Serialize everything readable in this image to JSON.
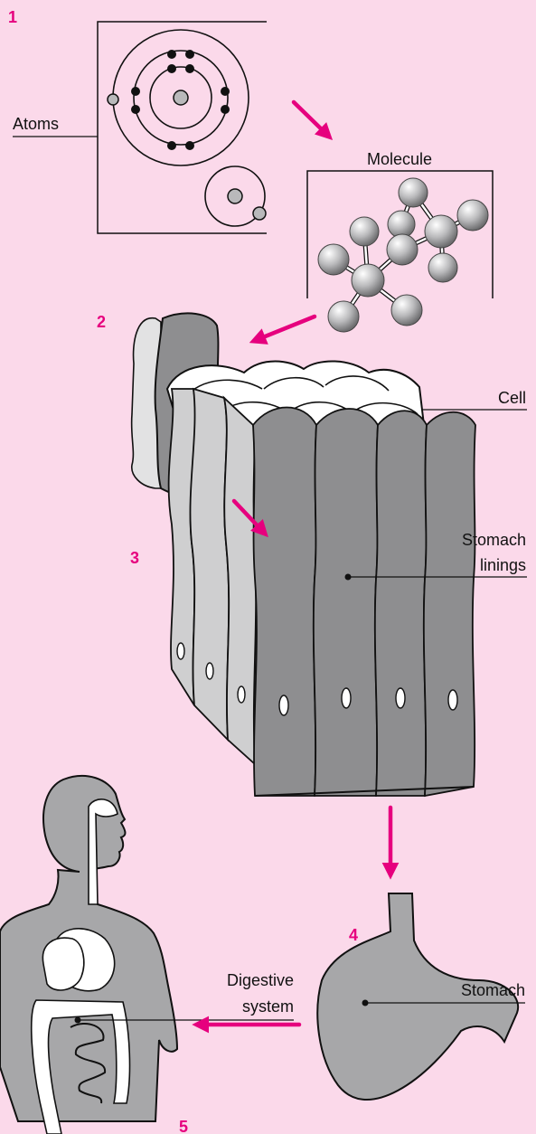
{
  "steps": [
    "1",
    "2",
    "3",
    "4",
    "5"
  ],
  "labels": {
    "atoms": "Atoms",
    "molecule": "Molecule",
    "cell": "Cell",
    "stomach_linings_1": "Stomach",
    "stomach_linings_2": "linings",
    "stomach": "Stomach",
    "digestive_1": "Digestive",
    "digestive_2": "system"
  },
  "colors": {
    "background": "#fbd9ea",
    "arrow": "#e6007e",
    "tissue_dark": "#8e8e90",
    "tissue_light": "#cfcfd0",
    "body": "#a7a7a9"
  }
}
